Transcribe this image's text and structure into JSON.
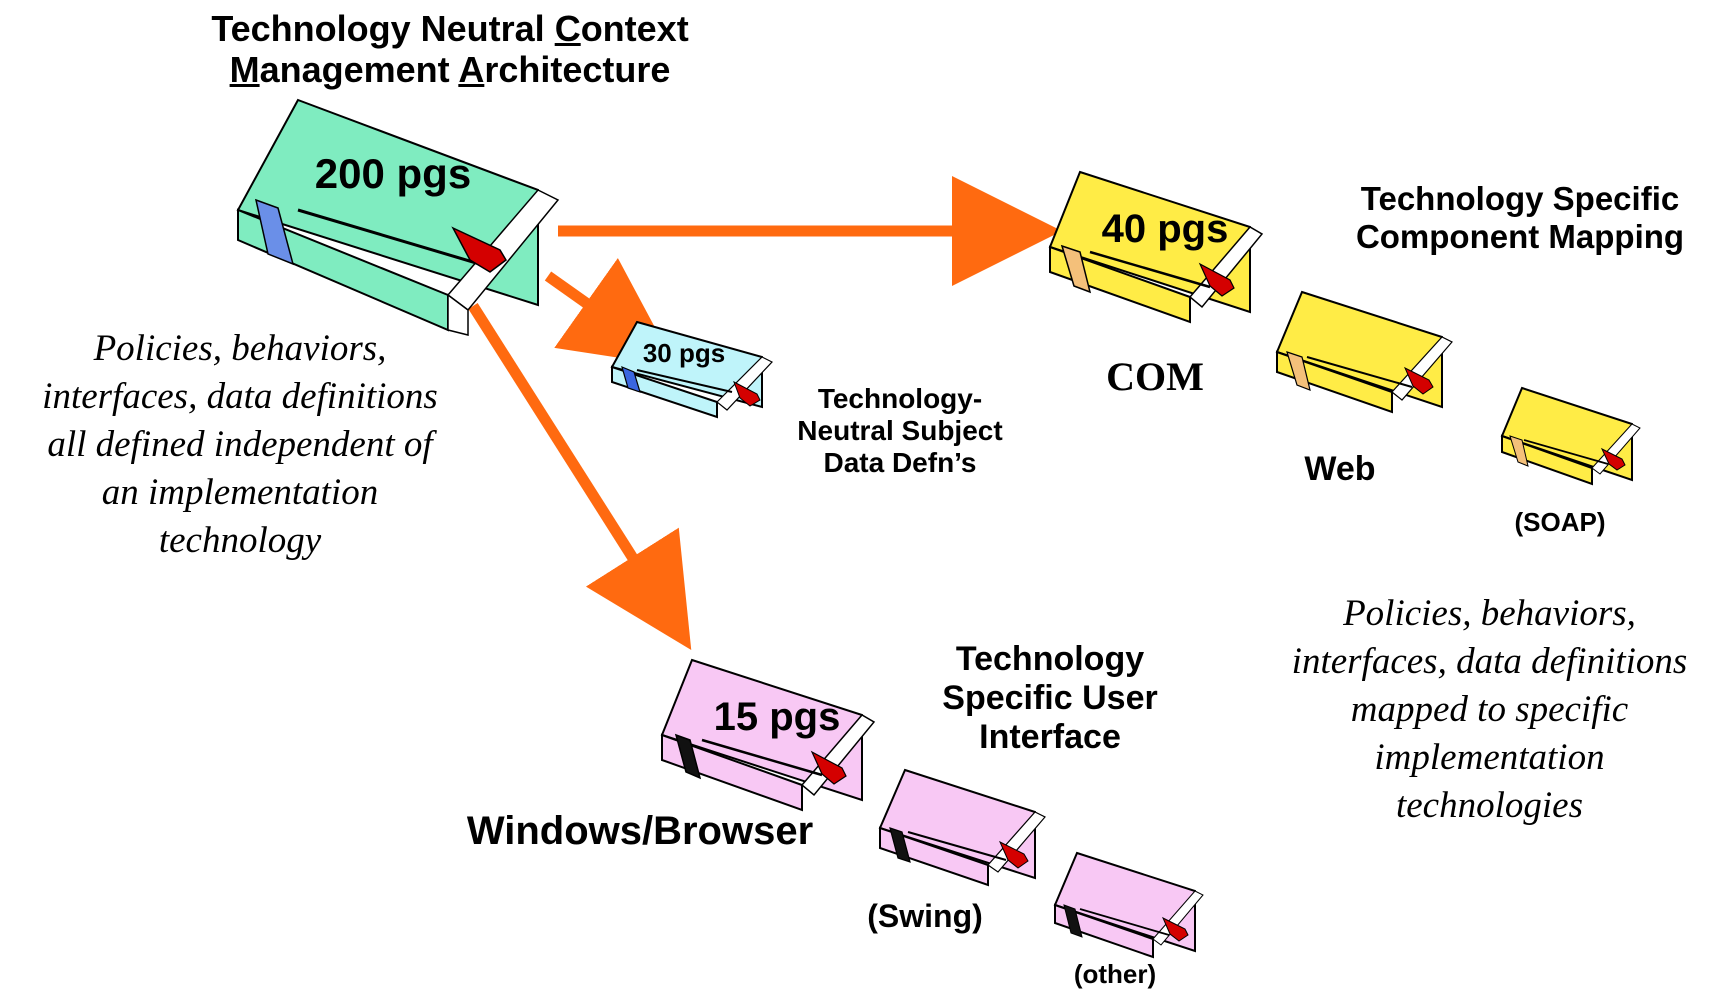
{
  "title": {
    "line1_a": "Technology Neutral ",
    "line1_u": "C",
    "line1_b": "ontext",
    "line2_u1": "M",
    "line2_a": "anagement ",
    "line2_u2": "A",
    "line2_b": "rchitecture"
  },
  "left_note": [
    "Policies, behaviors,",
    "interfaces, data definitions",
    "all defined independent of",
    "an implementation",
    "technology"
  ],
  "right_note": [
    "Policies, behaviors,",
    "interfaces, data definitions",
    "mapped to specific",
    "implementation",
    "technologies"
  ],
  "books": {
    "main": {
      "pages": "200 pgs",
      "color": "#7fecc0"
    },
    "subject": {
      "pages": "30 pgs",
      "color": "#bff4fa"
    },
    "component": {
      "pages": "40 pgs",
      "color": "#ffec46"
    },
    "ui": {
      "pages": "15 pgs",
      "color": "#f8c8f4"
    }
  },
  "subject_label": [
    "Technology-",
    "Neutral Subject",
    "Data Defn’s"
  ],
  "component_label": [
    "Technology Specific",
    "Component Mapping"
  ],
  "ui_label": [
    "Technology",
    "Specific User",
    "Interface"
  ],
  "component_variants": {
    "com": "COM",
    "web": "Web",
    "soap": "(SOAP)"
  },
  "ui_variants": {
    "windows": "Windows/Browser",
    "swing": "(Swing)",
    "other": "(other)"
  },
  "colors": {
    "arrow": "#ff6a10",
    "ribbon": "#d40000",
    "pages": "#ffffff"
  }
}
